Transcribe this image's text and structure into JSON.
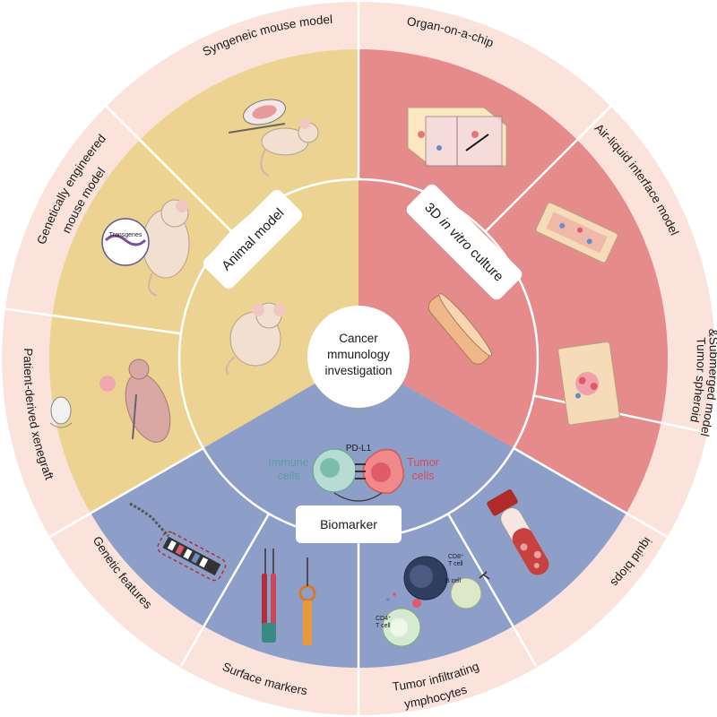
{
  "center": {
    "line1": "Cancer",
    "line2": "mmunology",
    "line3": "investigation"
  },
  "sectors": {
    "animal": "Animal model",
    "culture_a": "3D ",
    "culture_b": "in vitro",
    "culture_c": " culture",
    "biomarker": "Biomarker"
  },
  "outer_labels": {
    "syngeneic": "Syngeneic mouse model",
    "organ_chip": "Organ-on-a-chip",
    "air_liquid": "Air-liquid interface model",
    "spheroid_1": "Tumor spheroid",
    "spheroid_2": "&Submerged model",
    "liquid_biopsy": "Liquid biopsy",
    "til_1": "Tumor infiltrating",
    "til_2": "lymphocytes",
    "surface": "Surface markers",
    "genetic": "Genetic features",
    "pdx": "Patient-derived xenegraft",
    "gemm_1": "Genetically engineered",
    "gemm_2": "mouse model"
  },
  "illustration_text": {
    "pdl1": "PD-L1",
    "immune_1": "Immune",
    "immune_2": "cells",
    "tumor_1": "Tumor",
    "tumor_2": "cells",
    "transgenes": "Transgenes",
    "cd8_1": "CD8⁺",
    "cd8_2": "T cell",
    "bcell": "B cell",
    "cd4_1": "CD4⁺",
    "cd4_2": "T cell"
  },
  "colors": {
    "outer_ring": "#fbe3dc",
    "animal": "#ecd391",
    "culture": "#e58b8b",
    "biomarker": "#8d9fc8",
    "divider": "#ffffff"
  }
}
